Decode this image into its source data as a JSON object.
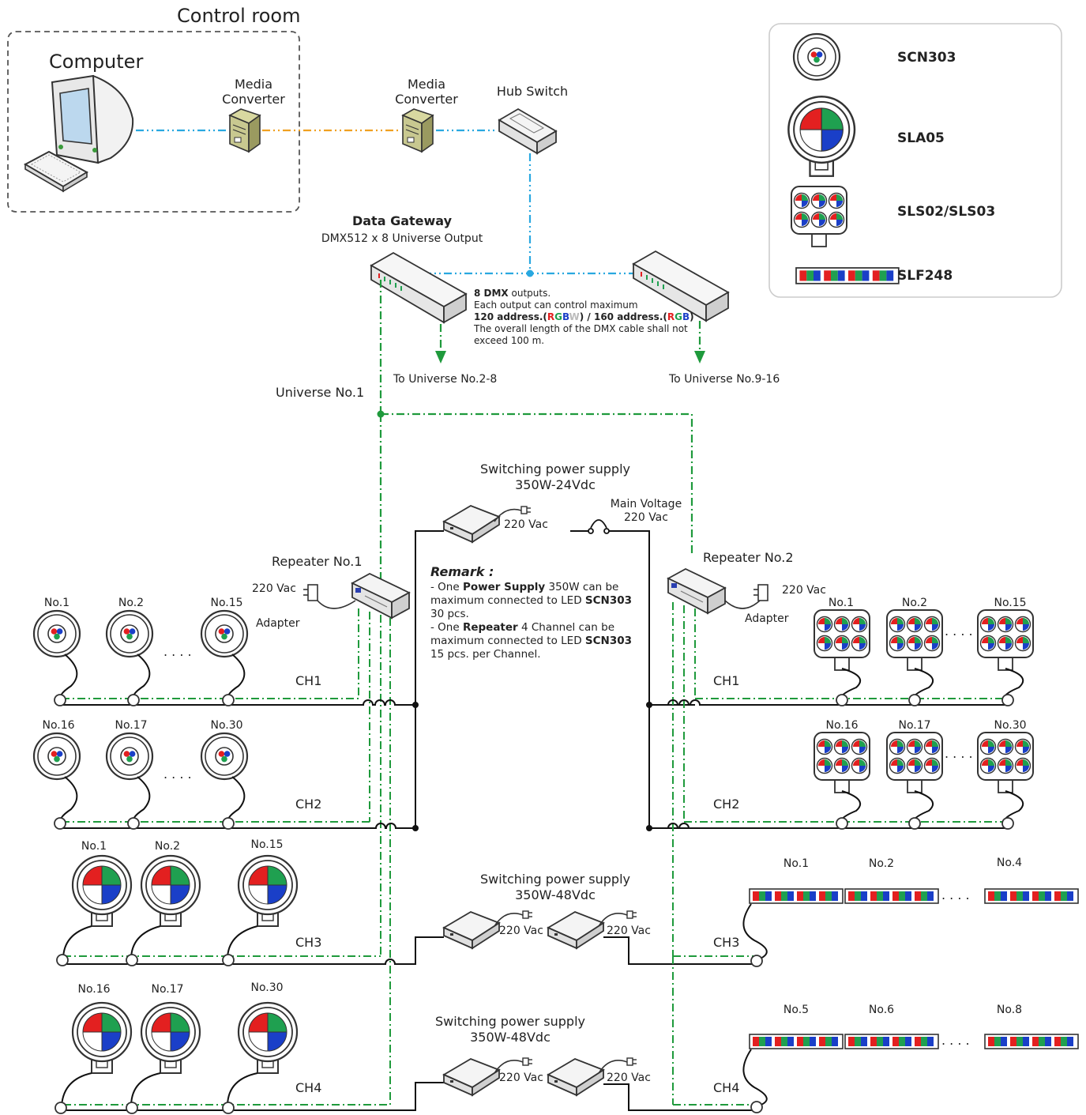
{
  "control_room": {
    "title": "Control room",
    "computer_label": "Computer",
    "media_converter_1": [
      "Media",
      "Converter"
    ],
    "media_converter_2": [
      "Media",
      "Converter"
    ],
    "hub_switch": "Hub Switch"
  },
  "gateway": {
    "title": "Data Gateway",
    "subtitle": "DMX512 x 8 Universe Output",
    "to_universe_a": "To Universe No.2-8",
    "to_universe_b": "To Universe No.9-16",
    "universe_label": "Universe No.1"
  },
  "dmx_note": {
    "line1_bold": "8 DMX",
    "line1_rest": " outputs.",
    "line2": "Each output can control maximum",
    "line3_a": "120 address.(",
    "line3_rgbw": [
      "R",
      "G",
      "B",
      "W"
    ],
    "line3_b": ") / 160 address.(",
    "line3_rgb": [
      "R",
      "G",
      "B"
    ],
    "line3_c": ")",
    "line4": "The overall length of the DMX cable shall not",
    "line5": "exceed 100 m."
  },
  "psu_top": {
    "title": "Switching power supply",
    "rating": "350W-24Vdc",
    "vac": "220 Vac",
    "main_voltage": "Main Voltage",
    "main_vac": "220 Vac"
  },
  "psu_mid": {
    "title": "Switching power supply",
    "rating": "350W-48Vdc",
    "vac1": "220 Vac",
    "vac2": "220 Vac"
  },
  "psu_bot": {
    "title": "Switching power supply",
    "rating": "350W-48Vdc",
    "vac1": "220 Vac",
    "vac2": "220 Vac"
  },
  "remark": {
    "title": "Remark :",
    "l1_a": "- One ",
    "l1_b": "Power Supply",
    "l1_c": " 350W can be",
    "l2_a": "maximum connected to LED ",
    "l2_b": "SCN303",
    "l3": "30 pcs.",
    "l4_a": "- One ",
    "l4_b": "Repeater",
    "l4_c": "  4 Channel can be",
    "l5_a": "maximum connected to LED ",
    "l5_b": "SCN303",
    "l6": "15 pcs. per Channel."
  },
  "repeater1": {
    "title": "Repeater No.1",
    "vac": "220 Vac",
    "adapter": "Adapter"
  },
  "repeater2": {
    "title": "Repeater No.2",
    "vac": "220 Vac",
    "adapter": "Adapter"
  },
  "left_channels": {
    "ch1": {
      "label": "CH1",
      "nums": [
        "No.1",
        "No.2",
        "No.15"
      ]
    },
    "ch2": {
      "label": "CH2",
      "nums": [
        "No.16",
        "No.17",
        "No.30"
      ]
    },
    "ch3": {
      "label": "CH3",
      "nums": [
        "No.1",
        "No.2",
        "No.15"
      ]
    },
    "ch4": {
      "label": "CH4",
      "nums": [
        "No.16",
        "No.17",
        "No.30"
      ]
    }
  },
  "right_channels": {
    "ch1": {
      "label": "CH1",
      "nums": [
        "No.1",
        "No.2",
        "No.15"
      ]
    },
    "ch2": {
      "label": "CH2",
      "nums": [
        "No.16",
        "No.17",
        "No.30"
      ]
    },
    "ch3": {
      "label": "CH3",
      "nums": [
        "No.1",
        "No.2",
        "No.4"
      ]
    },
    "ch4": {
      "label": "CH4",
      "nums": [
        "No.5",
        "No.6",
        "No.8"
      ]
    }
  },
  "legend": {
    "items": [
      {
        "label": "SCN303",
        "icon": "scn303-icon"
      },
      {
        "label": "SLA05",
        "icon": "sla05-icon"
      },
      {
        "label": "SLS02/SLS03",
        "icon": "sls-icon"
      },
      {
        "label": "SLF248",
        "icon": "slf248-icon"
      }
    ]
  },
  "colors": {
    "ethernet": "#29a8e0",
    "fiber": "#f0a020",
    "dmx": "#1f9a3c",
    "power": "#111111",
    "red": "#e32020",
    "green": "#1fa050",
    "blue": "#1a3fc8"
  }
}
